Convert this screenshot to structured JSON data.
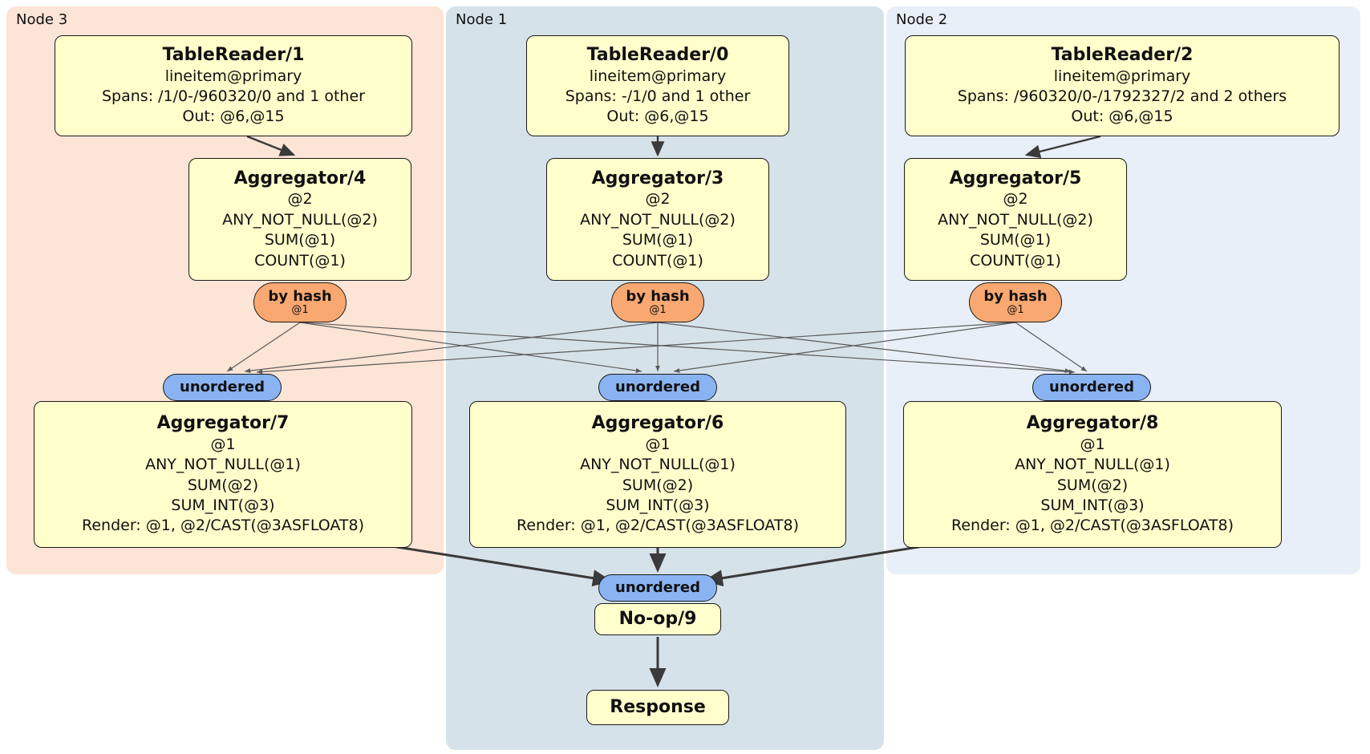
{
  "regions": {
    "node3": {
      "label": "Node 3"
    },
    "node1": {
      "label": "Node 1"
    },
    "node2": {
      "label": "Node 2"
    }
  },
  "processors": {
    "tablereader1": {
      "title": "TableReader/1",
      "lines": [
        "lineitem@primary",
        "Spans: /1/0-/960320/0 and 1 other",
        "Out: @6,@15"
      ]
    },
    "tablereader0": {
      "title": "TableReader/0",
      "lines": [
        "lineitem@primary",
        "Spans: -/1/0 and 1 other",
        "Out: @6,@15"
      ]
    },
    "tablereader2": {
      "title": "TableReader/2",
      "lines": [
        "lineitem@primary",
        "Spans: /960320/0-/1792327/2 and 2 others",
        "Out: @6,@15"
      ]
    },
    "aggregator4": {
      "title": "Aggregator/4",
      "lines": [
        "@2",
        "ANY_NOT_NULL(@2)",
        "SUM(@1)",
        "COUNT(@1)"
      ]
    },
    "aggregator3": {
      "title": "Aggregator/3",
      "lines": [
        "@2",
        "ANY_NOT_NULL(@2)",
        "SUM(@1)",
        "COUNT(@1)"
      ]
    },
    "aggregator5": {
      "title": "Aggregator/5",
      "lines": [
        "@2",
        "ANY_NOT_NULL(@2)",
        "SUM(@1)",
        "COUNT(@1)"
      ]
    },
    "aggregator7": {
      "title": "Aggregator/7",
      "lines": [
        "@1",
        "ANY_NOT_NULL(@1)",
        "SUM(@2)",
        "SUM_INT(@3)",
        "Render: @1, @2/CAST(@3ASFLOAT8)"
      ]
    },
    "aggregator6": {
      "title": "Aggregator/6",
      "lines": [
        "@1",
        "ANY_NOT_NULL(@1)",
        "SUM(@2)",
        "SUM_INT(@3)",
        "Render: @1, @2/CAST(@3ASFLOAT8)"
      ]
    },
    "aggregator8": {
      "title": "Aggregator/8",
      "lines": [
        "@1",
        "ANY_NOT_NULL(@1)",
        "SUM(@2)",
        "SUM_INT(@3)",
        "Render: @1, @2/CAST(@3ASFLOAT8)"
      ]
    },
    "noop9": {
      "title": "No-op/9"
    },
    "response": {
      "title": "Response"
    }
  },
  "routers": {
    "by_hash": {
      "label": "by hash",
      "key": "@1"
    },
    "unordered": {
      "label": "unordered"
    }
  },
  "colors": {
    "node3_bg": "#fce4d6",
    "node1_bg": "#d6e2e9",
    "node2_bg": "#e9eff8",
    "box_bg": "#ffffcc",
    "hash_pill_bg": "#f9a871",
    "unordered_pill_bg": "#8ab3f1"
  }
}
